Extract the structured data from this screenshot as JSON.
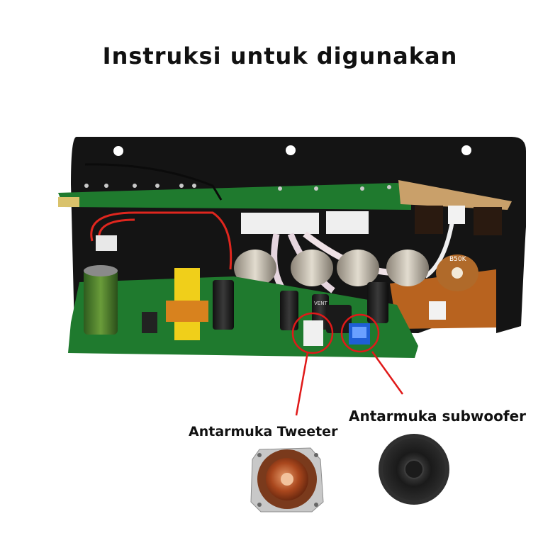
{
  "title": "Instruksi untuk digunakan",
  "labels": {
    "tweeter": "Antarmuka Tweeter",
    "subwoofer": "Antarmuka subwoofer"
  },
  "component_markings": {
    "potentiometer": "B50K",
    "capacitor": "VENT"
  },
  "colors": {
    "plate": "#141414",
    "pcb": "#1f7a2e",
    "copper_board": "#b8631f",
    "callout": "#e01919",
    "jumper_blue": "#1f5fd6"
  }
}
